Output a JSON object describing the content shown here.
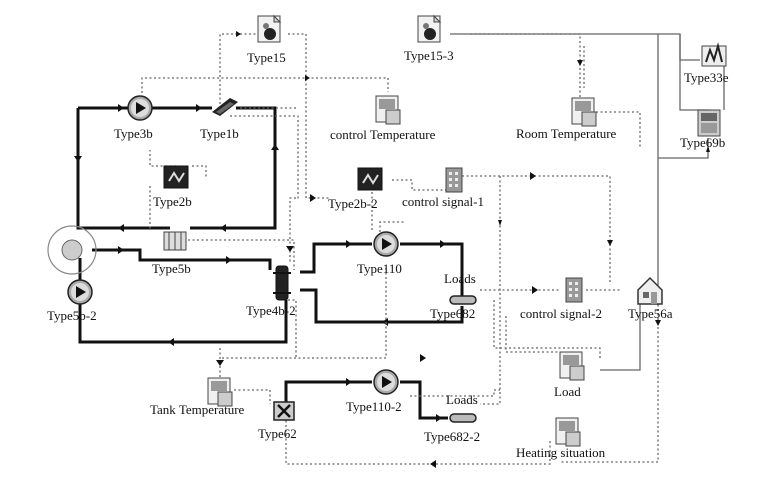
{
  "components": {
    "type15": "Type15",
    "type15_3": "Type15-3",
    "type33e": "Type33e",
    "type3b": "Type3b",
    "type1b": "Type1b",
    "control_temperature": "control Temperature",
    "room_temperature": "Room Temperature",
    "type69b": "Type69b",
    "type2b": "Type2b",
    "type2b_2": "Type2b-2",
    "control_signal_1": "control signal-1",
    "type5b": "Type5b",
    "type110": "Type110",
    "loads_1": "Loads",
    "type5b_2": "Type5b-2",
    "type4b_2": "Type4b-2",
    "type682": "Type682",
    "control_signal_2": "control signal-2",
    "type56a": "Type56a",
    "load": "Load",
    "tank_temperature": "Tank Temperature",
    "type110_2": "Type110-2",
    "loads_2": "Loads",
    "type62": "Type62",
    "type682_2": "Type682-2",
    "heating_situation": "Heating situation"
  },
  "icons": {
    "type15": "weather-data-icon",
    "type15_3": "weather-data-icon",
    "type33e": "psychrometrics-icon",
    "type3b": "pump-icon",
    "type1b": "solar-collector-icon",
    "control_temperature": "online-plotter-icon",
    "room_temperature": "online-plotter-icon",
    "type69b": "sky-temperature-icon",
    "type2b": "controller-icon",
    "type2b_2": "controller-icon",
    "control_signal_1": "calculator-icon",
    "type5b": "heat-exchanger-icon",
    "type110": "pump-icon",
    "loads_1": "load-pipe-icon",
    "type5b_2": "pump-icon",
    "type4b_2": "storage-tank-icon",
    "type682": "load-pipe-icon",
    "control_signal_2": "calculator-icon",
    "type56a": "building-icon",
    "load": "online-plotter-icon",
    "tank_temperature": "online-plotter-icon",
    "type110_2": "pump-icon",
    "type62": "excel-link-icon",
    "type682_2": "load-pipe-icon",
    "heating_situation": "online-plotter-icon"
  }
}
